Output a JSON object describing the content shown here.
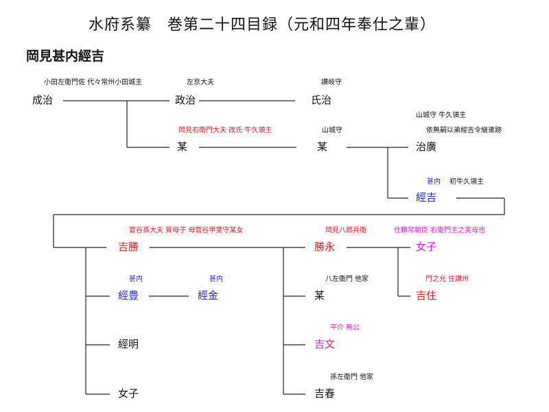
{
  "title": "水府系纂　巻第二十四目録（元和四年奉仕之輩）",
  "subtitle": "岡見甚内經吉",
  "persons": {
    "seiji": {
      "name": "成治",
      "note": "小田左衛門佐 代々常州小田城主"
    },
    "masaji": {
      "name": "政治",
      "note": "左京大夫"
    },
    "ujiharu": {
      "name": "氏治",
      "note": "讃岐守"
    },
    "bo1": {
      "name": "某",
      "note": "岡見右衛門大夫 改氏 牛久領主"
    },
    "bo2": {
      "name": "某",
      "note": "山城守"
    },
    "harunori": {
      "name": "治廣",
      "note1": "山城守 牛久領主",
      "note2": "依無嗣以弟經吉令継遣跡"
    },
    "tsuneyoshi": {
      "name": "經吉",
      "note1": "甚内",
      "note2": "初牛久領主"
    },
    "yoshikatsu": {
      "name": "吉勝",
      "note": "菅谷孫大夫 質母子 母菅谷甲斐守某女"
    },
    "katsunaga": {
      "name": "勝永",
      "note": "岡見八郎兵衛"
    },
    "joshi1": {
      "name": "女子",
      "note": "仕頼常朝臣 右衛門主之実母也"
    },
    "tsunetoyo": {
      "name": "經豊",
      "note": "甚内"
    },
    "tsunekane": {
      "name": "經金",
      "note": "甚内"
    },
    "bo3": {
      "name": "某",
      "note": "八左衛門 他家"
    },
    "yoshizumi": {
      "name": "吉住",
      "note": "門之允 住讃州"
    },
    "tsuneaki": {
      "name": "經明"
    },
    "yoshifumi": {
      "name": "吉文",
      "note": "平介 無公"
    },
    "joshi2": {
      "name": "女子"
    },
    "yoshiharu": {
      "name": "吉春",
      "note": "孫左衛門 他家"
    }
  },
  "colors": {
    "red": "#e8141e",
    "blue": "#1f24e0",
    "magenta": "#dd16dd",
    "line": "#222222"
  }
}
